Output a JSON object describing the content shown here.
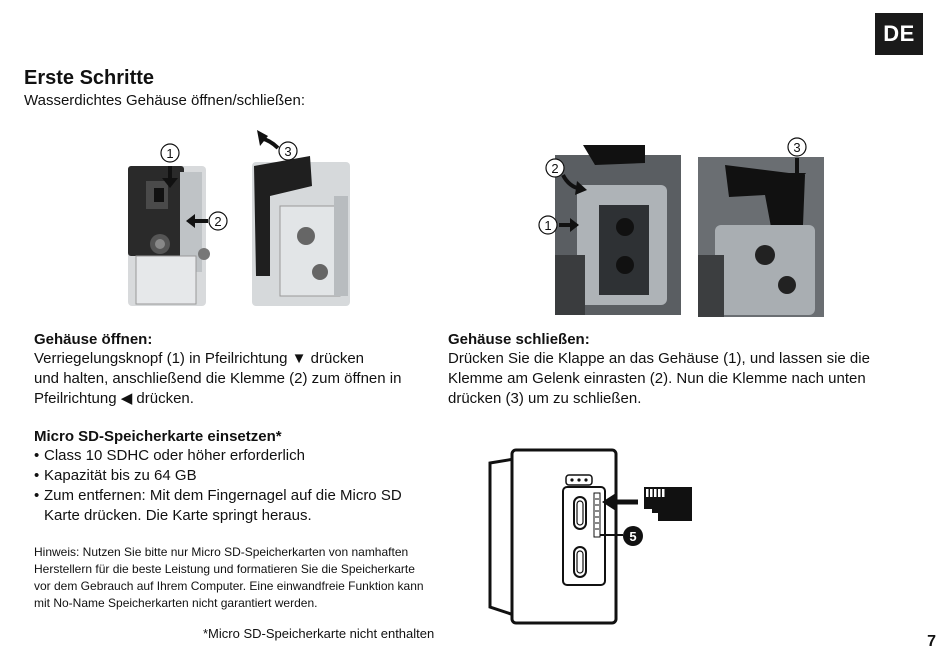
{
  "badge": "DE",
  "page_number": "7",
  "title": "Erste Schritte",
  "subtitle": "Wasserdichtes Gehäuse öffnen/schließen:",
  "open_section": {
    "heading": "Gehäuse öffnen:",
    "lines": [
      "Verriegelungsknopf (1) in Pfeilrichtung ▼ drücken",
      "und halten, anschließend die Klemme (2) zum öffnen in",
      "Pfeilrichtung ◀ drücken."
    ]
  },
  "close_section": {
    "heading": "Gehäuse schließen:",
    "lines": [
      "Drücken Sie die Klappe an das Gehäuse (1), und lassen sie die",
      "Klemme am Gelenk einrasten (2). Nun die Klemme nach unten",
      "drücken (3) um zu schließen."
    ]
  },
  "sd_section": {
    "heading": "Micro SD-Speicherkarte einsetzen*",
    "bullets": [
      "Class 10 SDHC oder höher erforderlich",
      "Kapazität bis zu 64 GB",
      "Zum entfernen: Mit dem Fingernagel auf die Micro SD"
    ],
    "bullet3_continuation": "Karte drücken. Die Karte springt heraus."
  },
  "note": {
    "lines": [
      "Hinweis: Nutzen Sie bitte nur Micro SD-Speicherkarten von namhaften",
      "Herstellern für die beste Leistung und formatieren Sie die Speicherkarte",
      "vor dem Gebrauch auf Ihrem Computer. Eine einwandfreie Funktion kann",
      "mit No-Name Speicherkarten nicht garantiert werden."
    ]
  },
  "footnote": "*Micro SD-Speicherkarte nicht enthalten",
  "figure_labels": {
    "one": "1",
    "two": "2",
    "three": "3",
    "five": "5"
  }
}
